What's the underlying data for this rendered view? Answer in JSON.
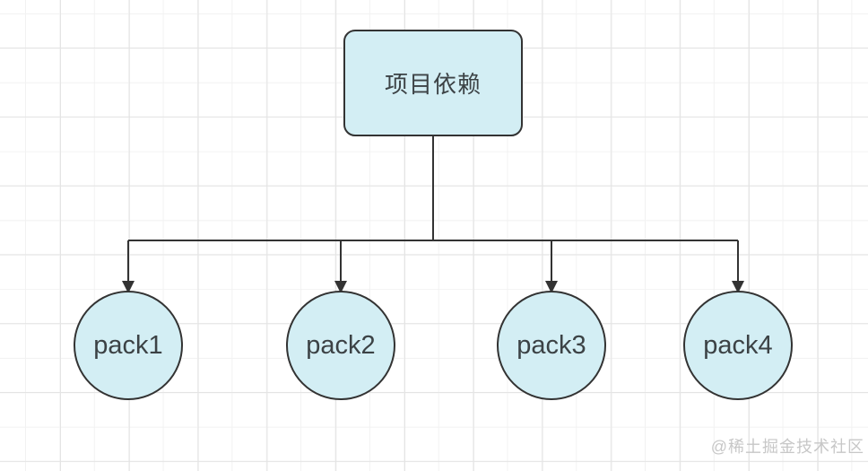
{
  "diagram": {
    "root_node": {
      "label": "项目依赖"
    },
    "child_nodes": [
      {
        "label": "pack1"
      },
      {
        "label": "pack2"
      },
      {
        "label": "pack3"
      },
      {
        "label": "pack4"
      }
    ],
    "colors": {
      "node_fill": "#d3eef4",
      "node_border": "#333333",
      "connector": "#333333",
      "node_text": "#3c4245",
      "grid_minor": "#f2f2f2",
      "grid_major": "#e4e4e4",
      "watermark_text_color": "#c7c7c7"
    }
  },
  "watermark": {
    "text": "@稀土掘金技术社区"
  }
}
